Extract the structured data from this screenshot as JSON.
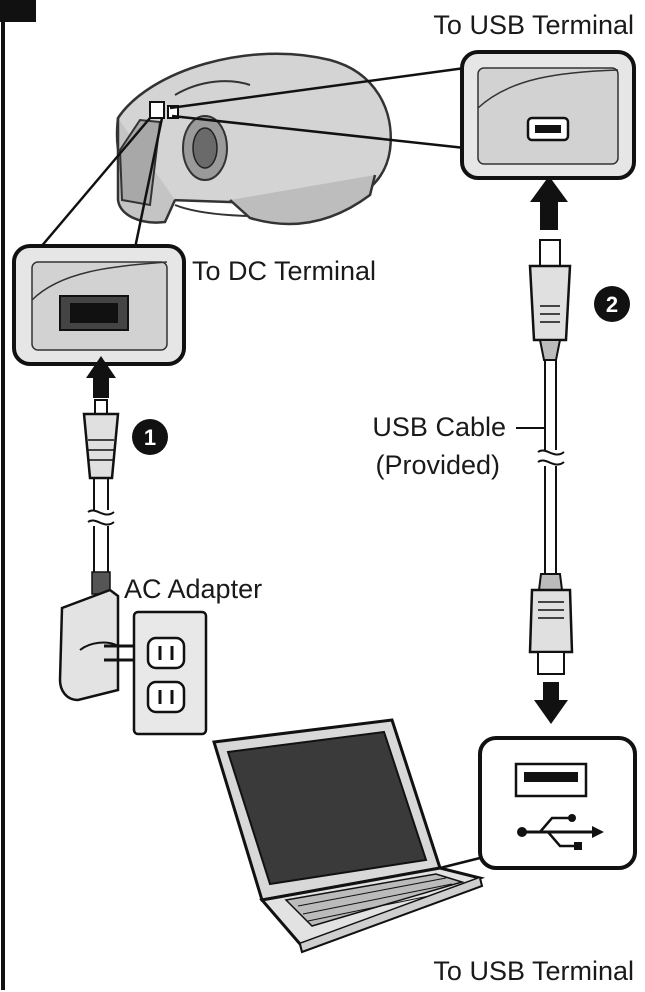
{
  "labels": {
    "usb_terminal_top": "To USB Terminal",
    "dc_terminal": "To DC Terminal",
    "usb_cable_line1": "USB Cable",
    "usb_cable_line2": "(Provided)",
    "ac_adapter": "AC Adapter",
    "usb_terminal_bottom": "To USB Terminal"
  },
  "steps": {
    "step1": "1",
    "step2": "2"
  },
  "colors": {
    "ink": "#1a1a1a",
    "panel_fill": "#e6e6e6",
    "panel_stroke": "#111111"
  }
}
